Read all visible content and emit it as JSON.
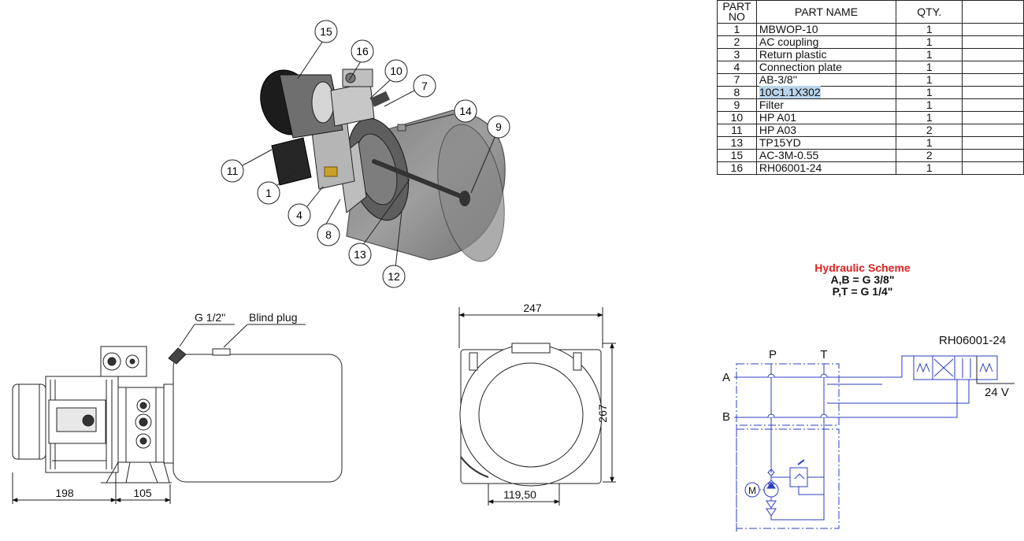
{
  "bom": {
    "headers": {
      "no": "PART\nNO",
      "name": "PART NAME",
      "qty": "QTY."
    },
    "rows": [
      {
        "no": "1",
        "name": "MBWOP-10",
        "qty": "1"
      },
      {
        "no": "2",
        "name": "AC coupling",
        "qty": "1"
      },
      {
        "no": "3",
        "name": "Return plastic",
        "qty": "1"
      },
      {
        "no": "4",
        "name": "Connection plate",
        "qty": "1"
      },
      {
        "no": "7",
        "name": "AB-3/8''",
        "qty": "1"
      },
      {
        "no": "8",
        "name": "10C1.1X302",
        "qty": "1",
        "highlighted": true
      },
      {
        "no": "9",
        "name": "Filter",
        "qty": "1"
      },
      {
        "no": "10",
        "name": "HP A01",
        "qty": "1"
      },
      {
        "no": "11",
        "name": "HP A03",
        "qty": "2"
      },
      {
        "no": "13",
        "name": "TP15YD",
        "qty": "1"
      },
      {
        "no": "15",
        "name": "AC-3M-0.55",
        "qty": "2"
      },
      {
        "no": "16",
        "name": "RH06001-24",
        "qty": "1"
      }
    ],
    "highlight_color": "#b9d4ea"
  },
  "balloons": {
    "b1": "1",
    "b4": "4",
    "b7": "7",
    "b8": "8",
    "b9": "9",
    "b10": "10",
    "b11": "11",
    "b12": "12",
    "b13": "13",
    "b14": "14",
    "b15": "15",
    "b16": "16"
  },
  "side_view": {
    "port_label": "G 1/2\"",
    "plug_label": "Blind plug",
    "dim_left": "198",
    "dim_mid": "105"
  },
  "end_view": {
    "dim_width": "247",
    "dim_height": "267",
    "dim_base": "119,50"
  },
  "scheme": {
    "title": "Hydraulic Scheme",
    "line_ab": "A,B = G 3/8\"",
    "line_pt": "P,T = G 1/4\"",
    "port_p": "P",
    "port_t": "T",
    "port_a": "A",
    "port_b": "B",
    "valve_label": "RH06001-24",
    "voltage": "24 V",
    "motor": "M",
    "line_color": "#2b3fbf",
    "title_color": "#e02020"
  }
}
